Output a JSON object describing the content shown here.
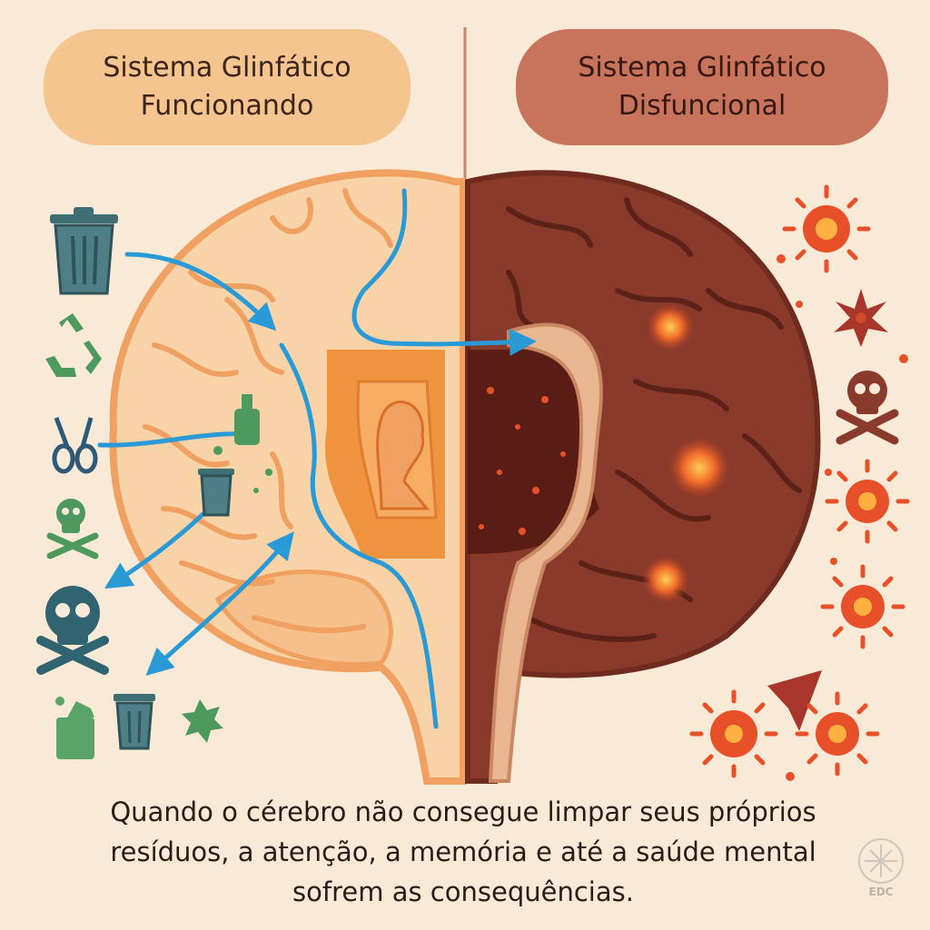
{
  "headers": {
    "left": {
      "line1": "Sistema Glinfático",
      "line2": "Funcionando",
      "color": "#f5c590"
    },
    "right": {
      "line1": "Sistema Glinfático",
      "line2": "Disfuncional",
      "color": "#c8745c"
    }
  },
  "caption": {
    "line1": "Quando o cérebro não consegue limpar seus próprios",
    "line2": "resíduos, a atenção, a memória e até a saúde mental",
    "line3": "sofrem as consequências."
  },
  "logo": "EDC",
  "left_icons": [
    "trash-can-icon",
    "recycle-icon",
    "scissors-icon",
    "skull-crossbones-icon",
    "trash-can-icon",
    "puzzle-tag-icon",
    "splat-icon"
  ],
  "right_icons": [
    "virus-icon",
    "skull-crossbones-icon",
    "virus-icon"
  ],
  "colors": {
    "healthy_brain": "#f9d3a8",
    "sick_brain": "#8a3a2a",
    "flow_arrow": "#2a9ad6",
    "icon_green": "#4e9a5e",
    "icon_teal": "#3f6e74",
    "virus": "#e8502a"
  }
}
